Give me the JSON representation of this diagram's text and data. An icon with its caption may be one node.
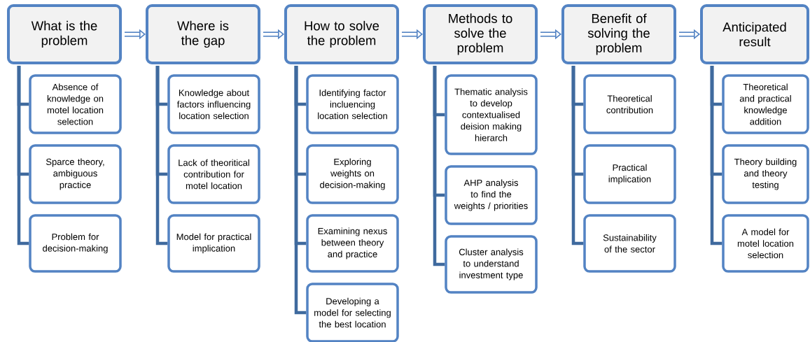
{
  "diagram": {
    "nodes": [
      {
        "text": [
          "What is the problem"
        ]
      },
      {
        "text": [
          "Absence of knowledge on motel location selection"
        ]
      },
      {
        "text": [
          "Sparce theory, ambiguous practice"
        ]
      },
      {
        "text": [
          "Problem for decision-making"
        ]
      },
      {
        "text": [
          "Where is the gap"
        ]
      },
      {
        "text": [
          "Knowledge about factors influencing location selection"
        ]
      },
      {
        "text": [
          "Lack of theoritical contribution for motel location"
        ]
      },
      {
        "text": [
          "Model for practical implication"
        ]
      },
      {
        "text": [
          "How to solve the problem"
        ]
      },
      {
        "text": [
          "Identifying factor incluencing location selection"
        ]
      },
      {
        "text": [
          "Exploring weights on decision-making"
        ]
      },
      {
        "text": [
          "Examining nexus between theory and practice"
        ]
      },
      {
        "text": [
          "Developing a model for selecting the best location"
        ]
      },
      {
        "text": [
          "Methods to solve the problem"
        ]
      },
      {
        "text": [
          "Thematic analysis to develop contextualised deision making hierarch"
        ]
      },
      {
        "text": [
          "AHP analysis to find the weights / priorities"
        ]
      },
      {
        "text": [
          "Cluster analysis to understand investment type"
        ]
      },
      {
        "text": [
          "Benefit of solving the problem"
        ]
      },
      {
        "text": [
          "Theoretical contribution"
        ]
      },
      {
        "text": [
          "Practical implication"
        ]
      },
      {
        "text": [
          "Sustainability of the sector"
        ]
      },
      {
        "text": [
          "Anticipated result"
        ]
      },
      {
        "text": [
          "Theoretical and practical knowledge addition"
        ]
      },
      {
        "text": [
          "Theory building and theory testing"
        ]
      },
      {
        "text": [
          "A model for motel location selection"
        ]
      }
    ],
    "edges": [
      {
        "from": 0,
        "to": 4,
        "arrow": "to"
      },
      {
        "from": 4,
        "to": 8,
        "arrow": "to"
      },
      {
        "from": 8,
        "to": 13,
        "arrow": "to"
      },
      {
        "from": 13,
        "to": 17,
        "arrow": "to"
      },
      {
        "from": 17,
        "to": 21,
        "arrow": "to"
      },
      {
        "from": 0,
        "to": 1,
        "arrow": "none"
      },
      {
        "from": 0,
        "to": 2,
        "arrow": "none"
      },
      {
        "from": 0,
        "to": 3,
        "arrow": "none"
      },
      {
        "from": 4,
        "to": 5,
        "arrow": "none"
      },
      {
        "from": 4,
        "to": 6,
        "arrow": "none"
      },
      {
        "from": 4,
        "to": 7,
        "arrow": "none"
      },
      {
        "from": 8,
        "to": 9,
        "arrow": "none"
      },
      {
        "from": 8,
        "to": 10,
        "arrow": "none"
      },
      {
        "from": 8,
        "to": 11,
        "arrow": "none"
      },
      {
        "from": 8,
        "to": 12,
        "arrow": "none"
      },
      {
        "from": 13,
        "to": 14,
        "arrow": "none"
      },
      {
        "from": 13,
        "to": 15,
        "arrow": "none"
      },
      {
        "from": 13,
        "to": 16,
        "arrow": "none"
      },
      {
        "from": 17,
        "to": 18,
        "arrow": "none"
      },
      {
        "from": 17,
        "to": 19,
        "arrow": "none"
      },
      {
        "from": 17,
        "to": 20,
        "arrow": "none"
      },
      {
        "from": 21,
        "to": 22,
        "arrow": "none"
      },
      {
        "from": 21,
        "to": 23,
        "arrow": "none"
      },
      {
        "from": 21,
        "to": 24,
        "arrow": "none"
      }
    ]
  }
}
